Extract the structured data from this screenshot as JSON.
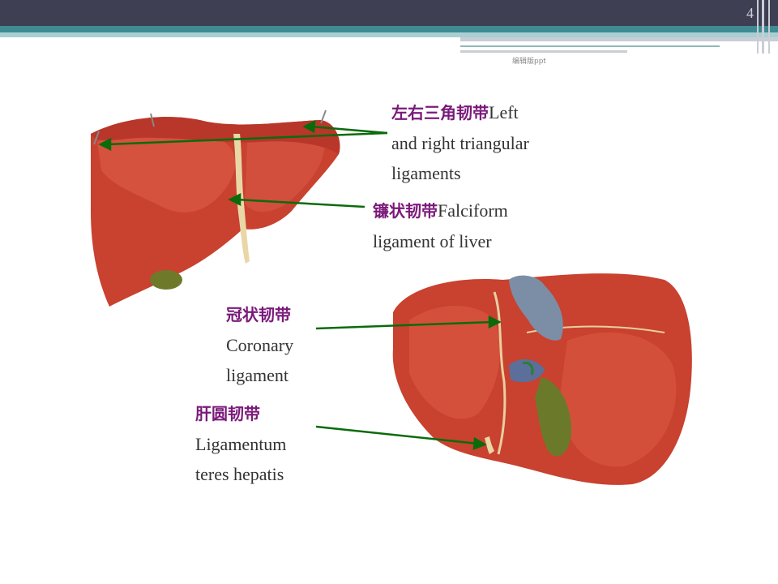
{
  "slide": {
    "page_number": "4",
    "watermark": "编辑版ppt"
  },
  "labels": {
    "triangular": {
      "cn": "左右三角韧带",
      "en_line1": "Left",
      "en_line2": "and right triangular",
      "en_line3": "ligaments"
    },
    "falciform": {
      "cn": "镰状韧带",
      "en_line1": "Falciform",
      "en_line2": "ligament of liver"
    },
    "coronary": {
      "cn": "冠状韧带",
      "en_line1": "Coronary",
      "en_line2": "ligament"
    },
    "teres": {
      "cn": "肝圆韧带",
      "en_line1": "Ligamentum",
      "en_line2": "teres hepatis"
    }
  },
  "colors": {
    "header_bar": "#3e3f53",
    "accent_teal": "#3f8b93",
    "label_chinese": "#7a1a7a",
    "arrow_green": "#0b6b0b",
    "liver_red": "#c9412f"
  }
}
